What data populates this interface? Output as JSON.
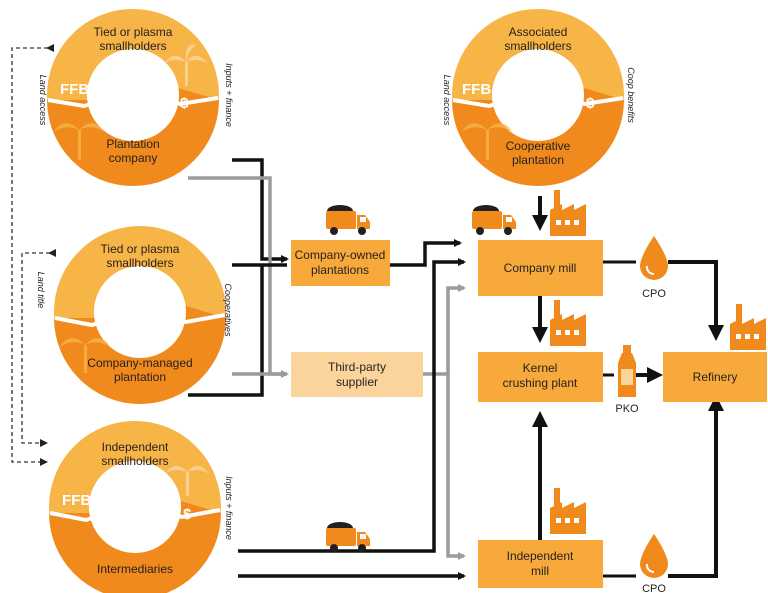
{
  "colors": {
    "ring_top": "#f7b547",
    "ring_bottom": "#f08a1c",
    "box": "#f7a93b",
    "box_light": "#fbd49b",
    "text_dark": "#231f20",
    "arrow_black": "#111111",
    "arrow_grey": "#9b9b9b",
    "dashed": "#333333",
    "white": "#ffffff"
  },
  "cycles": {
    "c1": {
      "top_line1": "Tied or plasma",
      "top_line2": "smallholders",
      "bottom_line1": "Plantation",
      "bottom_line2": "company",
      "left_side": "Land access",
      "right_side": "Inputs + finance",
      "ffb": "FFB",
      "dollar": "$"
    },
    "c2": {
      "top_line1": "Tied or plasma",
      "top_line2": "smallholders",
      "bottom_line1": "Company-managed",
      "bottom_line2": "plantation",
      "left_side": "Land title",
      "right_side": "Cooperatives"
    },
    "c3": {
      "top_line1": "Independent",
      "top_line2": "smallholders",
      "bottom_line1": "Intermediaries",
      "right_side": "Inputs + finance",
      "ffb": "FFB",
      "dollar": "$"
    },
    "c4": {
      "top_line1": "Associated",
      "top_line2": "smallholders",
      "bottom_line1": "Cooperative",
      "bottom_line2": "plantation",
      "left_side": "Land access",
      "right_side": "Coop benefits",
      "ffb": "FFB",
      "dollar": "$"
    }
  },
  "boxes": {
    "company_owned": {
      "line1": "Company-owned",
      "line2": "plantations"
    },
    "third_party": {
      "line1": "Third-party",
      "line2": "supplier"
    },
    "company_mill": {
      "line1": "Company mill"
    },
    "kernel": {
      "line1": "Kernel",
      "line2": "crushing plant"
    },
    "independent_mill": {
      "line1": "Independent",
      "line2": "mill"
    },
    "refinery": {
      "line1": "Refinery"
    }
  },
  "products": {
    "cpo_top": "CPO",
    "pko": "PKO",
    "cpo_bottom": "CPO"
  },
  "icons": [
    "truck-icon",
    "factory-icon",
    "oil-drop-icon",
    "bottle-icon",
    "palm-tree-icon",
    "dollar-icon"
  ]
}
